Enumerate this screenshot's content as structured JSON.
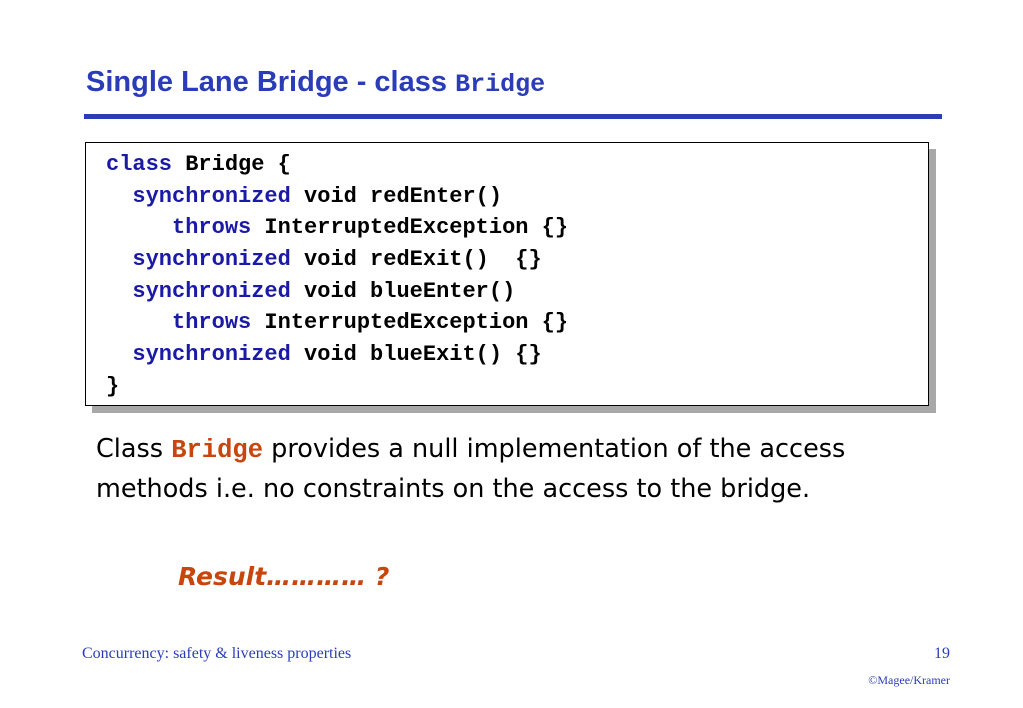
{
  "slide": {
    "title_text": "Single Lane Bridge - class ",
    "title_code": "Bridge"
  },
  "code_lines": [
    [
      {
        "t": "class",
        "k": true
      },
      {
        "t": " Bridge {"
      }
    ],
    [
      {
        "t": "  "
      },
      {
        "t": "synchronized",
        "k": true
      },
      {
        "t": " void redEnter()"
      }
    ],
    [
      {
        "t": "     "
      },
      {
        "t": "throws",
        "k": true
      },
      {
        "t": " InterruptedException {}"
      }
    ],
    [
      {
        "t": "  "
      },
      {
        "t": "synchronized",
        "k": true
      },
      {
        "t": " void redExit()  {}"
      }
    ],
    [
      {
        "t": "  "
      },
      {
        "t": "synchronized",
        "k": true
      },
      {
        "t": " void blueEnter()"
      }
    ],
    [
      {
        "t": "     "
      },
      {
        "t": "throws",
        "k": true
      },
      {
        "t": " InterruptedException {}"
      }
    ],
    [
      {
        "t": "  "
      },
      {
        "t": "synchronized",
        "k": true
      },
      {
        "t": " void blueExit() {}"
      }
    ],
    [
      {
        "t": "}"
      }
    ]
  ],
  "body": {
    "before": "Class ",
    "code_word": "Bridge",
    "after": " provides a null implementation of the access methods i.e. no constraints on the access to the bridge."
  },
  "result_text": "Result………… ?",
  "footer": {
    "left": "Concurrency: safety & liveness properties",
    "page_number": "19",
    "copyright": "©Magee/Kramer"
  },
  "colors": {
    "title_blue": "#2a3cb8",
    "keyword_blue": "#1a1aa6",
    "accent_orange": "#c8460e"
  }
}
